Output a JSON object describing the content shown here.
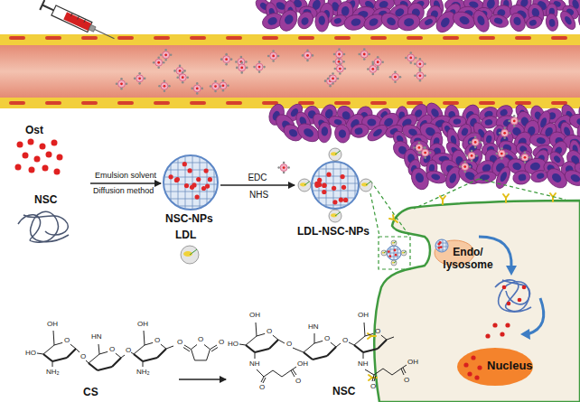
{
  "diagram": {
    "nodes": [
      {
        "text": [
          "Ost"
        ]
      },
      {
        "text": [
          "NSC"
        ]
      },
      {
        "text": [
          "NSC-NPs"
        ]
      },
      {
        "text": [
          "LDL"
        ]
      },
      {
        "text": [
          "LDL-NSC-NPs"
        ]
      },
      {
        "text": [
          "Endo/ lysosome"
        ]
      },
      {
        "text": [
          "Nucleus"
        ]
      },
      {
        "text": [
          "CS"
        ]
      },
      {
        "text": [
          "NSC"
        ]
      }
    ],
    "edges": [
      {
        "from": 0,
        "to": 2,
        "arrow": "to",
        "label": "Emulsion solvent"
      },
      {
        "from": 2,
        "to": 4,
        "arrow": "to",
        "label": "EDC"
      },
      {
        "from": 7,
        "to": 8,
        "arrow": "to"
      }
    ],
    "labels": [
      "Diffusion method",
      "NHS",
      "OH",
      "HO",
      "O",
      "NH₂",
      "O",
      "O",
      "HN",
      "O",
      "OH",
      "O",
      "NH₂",
      "O",
      "O",
      "O",
      "OH",
      "HO",
      "O",
      "NH",
      "O",
      "OH",
      "O",
      "O",
      "O",
      "HN",
      "O",
      "OH",
      "O",
      "NH",
      "O",
      "OH",
      "O"
    ]
  }
}
